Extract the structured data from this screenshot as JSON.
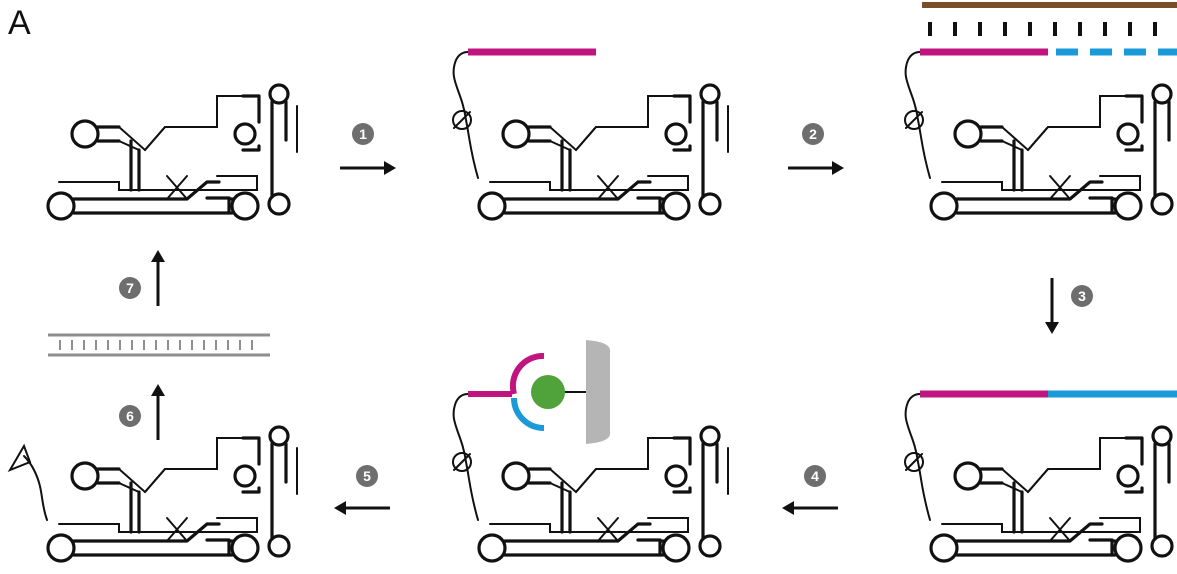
{
  "figure": {
    "panel_label": "A",
    "steps": [
      {
        "number": "1",
        "direction": "right"
      },
      {
        "number": "2",
        "direction": "right"
      },
      {
        "number": "3",
        "direction": "down"
      },
      {
        "number": "4",
        "direction": "left"
      },
      {
        "number": "5",
        "direction": "left"
      },
      {
        "number": "6",
        "direction": "up"
      },
      {
        "number": "7",
        "direction": "up"
      }
    ],
    "colors": {
      "structure": "#111111",
      "magenta": "#c0157e",
      "cyan": "#1a9ad8",
      "brown": "#7b4e2a",
      "green": "#4fa33a",
      "gray_surface": "#b5b5b5",
      "duplex": "#8e8e8e",
      "step_badge": "#6e6e6e"
    }
  }
}
